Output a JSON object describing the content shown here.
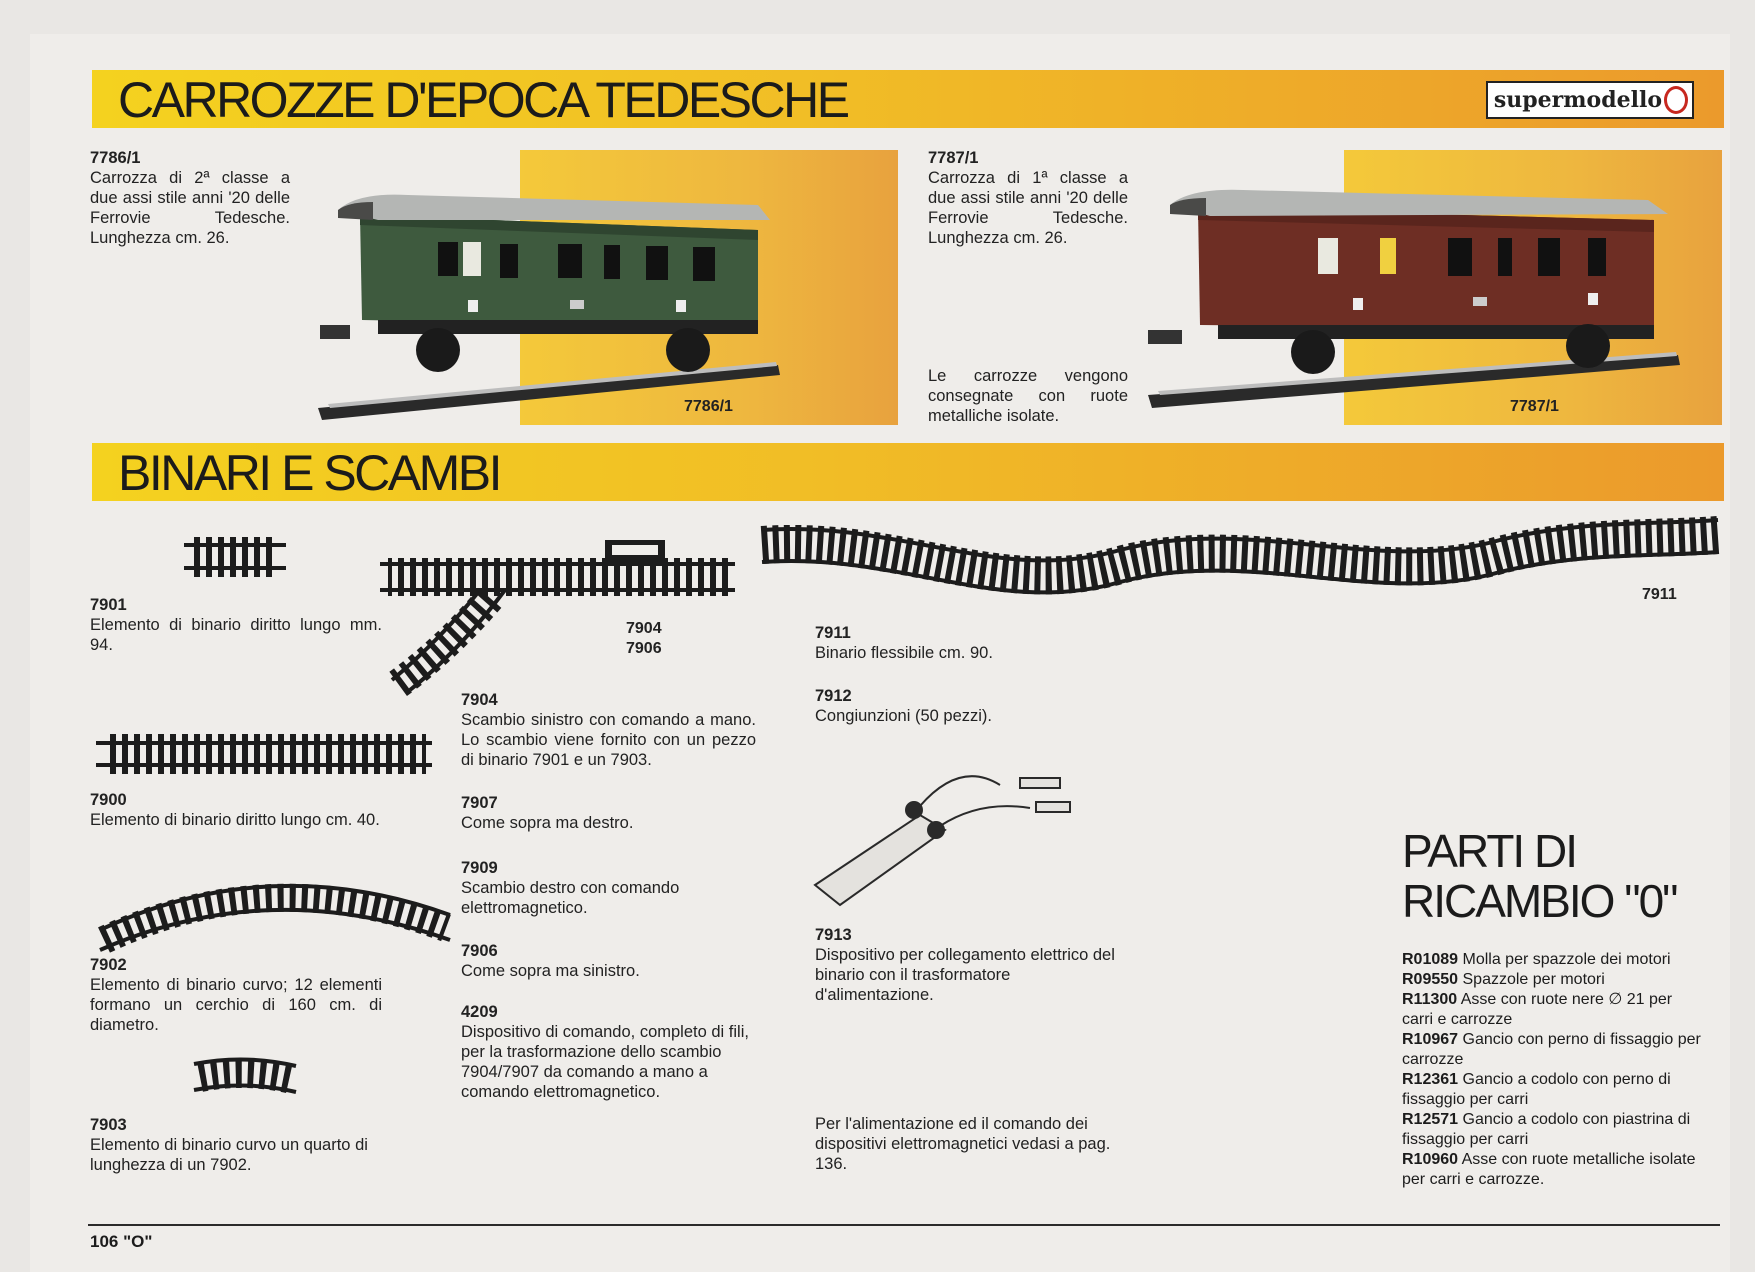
{
  "section1": {
    "title": "CARROZZE D'EPOCA TEDESCHE",
    "logo": "supermodello"
  },
  "car1": {
    "code": "7786/1",
    "desc": "Carrozza di 2ª classe a due assi stile anni '20 delle Ferrovie Tedesche. Lunghezza cm. 26.",
    "photo_label": "7786/1",
    "color": "#3e5a3e",
    "class_mark": "2"
  },
  "car2": {
    "code": "7787/1",
    "desc": "Carrozza di 1ª classe a due assi stile anni '20 delle Ferrovie Tedesche. Lunghezza cm. 26.",
    "note": "Le carrozze vengono consegnate con ruote metalliche isolate.",
    "photo_label": "7787/1",
    "color": "#6e2e24",
    "class_mark": "1"
  },
  "section2": {
    "title": "BINARI E SCAMBI"
  },
  "items": {
    "i7901": {
      "code": "7901",
      "desc": "Elemento di binario diritto lungo mm. 94."
    },
    "i7900": {
      "code": "7900",
      "desc": "Elemento di binario diritto lungo cm. 40."
    },
    "i7902": {
      "code": "7902",
      "desc": "Elemento di binario curvo; 12 elementi formano un cerchio di 160 cm. di diametro."
    },
    "i7903": {
      "code": "7903",
      "desc": "Elemento di binario curvo un quarto di lunghezza di un 7902."
    },
    "switch_label_a": "7904",
    "switch_label_b": "7906",
    "i7904": {
      "code": "7904",
      "desc": "Scambio sinistro con comando a mano. Lo scambio viene fornito con un pezzo di binario 7901 e un 7903."
    },
    "i7907": {
      "code": "7907",
      "desc": "Come sopra ma destro."
    },
    "i7909": {
      "code": "7909",
      "desc": "Scambio destro con comando elettromagnetico."
    },
    "i7906": {
      "code": "7906",
      "desc": "Come sopra ma sinistro."
    },
    "i4209": {
      "code": "4209",
      "desc": "Dispositivo di comando, completo di fili, per la trasformazione dello scambio 7904/7907 da comando a mano a comando elettromagnetico."
    },
    "flex_label": "7911",
    "i7911": {
      "code": "7911",
      "desc": "Binario flessibile cm. 90."
    },
    "i7912": {
      "code": "7912",
      "desc": "Congiunzioni (50 pezzi)."
    },
    "i7913": {
      "code": "7913",
      "desc": "Dispositivo per collegamento elettrico del binario con il trasformatore d'alimentazione."
    },
    "power_note": "Per l'alimentazione ed il comando dei dispositivi elettromagnetici vedasi a pag. 136."
  },
  "parti": {
    "title_line1": "PARTI DI",
    "title_line2": "RICAMBIO \"0\"",
    "list": [
      {
        "code": "R01089",
        "desc": "Molla per spazzole dei motori"
      },
      {
        "code": "R09550",
        "desc": "Spazzole per motori"
      },
      {
        "code": "R11300",
        "desc": "Asse con ruote nere ∅ 21 per carri e carrozze"
      },
      {
        "code": "R10967",
        "desc": "Gancio con perno di fissaggio per carrozze"
      },
      {
        "code": "R12361",
        "desc": "Gancio a codolo con perno di fissaggio per carri"
      },
      {
        "code": "R12571",
        "desc": "Gancio a codolo con piastrina di fissaggio per carri"
      },
      {
        "code": "R10960",
        "desc": "Asse con ruote metalliche isolate per carri e carrozze."
      }
    ]
  },
  "footer": {
    "page": "106 \"O\""
  },
  "colors": {
    "band_start": "#f4d21f",
    "band_end": "#eb9a2c",
    "photo_bg": "#f0bf3c"
  }
}
